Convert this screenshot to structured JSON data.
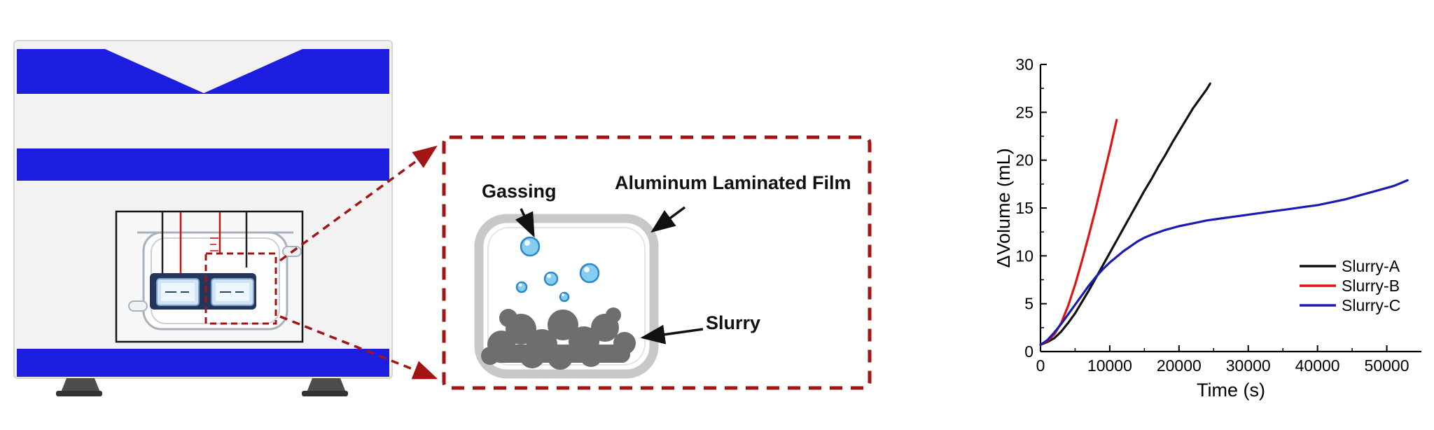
{
  "colors": {
    "accent_blue": "#1d1de0",
    "zoom_red": "#a31515",
    "pouch_gray": "#c8c8c8",
    "slurry_gray": "#6e6e6e",
    "bubble_blue": "#86cdf2",
    "bubble_edge": "#2f87c5"
  },
  "diagram": {
    "labels": {
      "gassing": "Gassing",
      "film": "Aluminum Laminated Film",
      "slurry": "Slurry"
    }
  },
  "chart_data": {
    "type": "line",
    "title": "",
    "xlabel": "Time (s)",
    "ylabel": "ΔVolume (mL)",
    "xlim": [
      0,
      55000
    ],
    "ylim": [
      0,
      30
    ],
    "xticks": [
      0,
      10000,
      20000,
      30000,
      40000,
      50000
    ],
    "yticks": [
      0,
      5,
      10,
      15,
      20,
      25,
      30
    ],
    "grid": false,
    "legend_position": "inside-right",
    "series": [
      {
        "name": "Slurry-A",
        "color": "#111111",
        "points": [
          [
            0,
            0.7
          ],
          [
            1000,
            1.0
          ],
          [
            2000,
            1.4
          ],
          [
            3000,
            2.1
          ],
          [
            4000,
            3.0
          ],
          [
            5000,
            4.0
          ],
          [
            6000,
            5.2
          ],
          [
            7000,
            6.4
          ],
          [
            8000,
            7.7
          ],
          [
            9000,
            9.0
          ],
          [
            10000,
            10.3
          ],
          [
            11000,
            11.6
          ],
          [
            12000,
            12.9
          ],
          [
            13000,
            14.2
          ],
          [
            14000,
            15.5
          ],
          [
            15000,
            16.8
          ],
          [
            16000,
            18.0
          ],
          [
            17000,
            19.3
          ],
          [
            18000,
            20.5
          ],
          [
            19000,
            21.8
          ],
          [
            20000,
            23.0
          ],
          [
            21000,
            24.2
          ],
          [
            22000,
            25.4
          ],
          [
            23000,
            26.4
          ],
          [
            24000,
            27.4
          ],
          [
            24500,
            28.0
          ]
        ]
      },
      {
        "name": "Slurry-B",
        "color": "#e01414",
        "points": [
          [
            0,
            0.7
          ],
          [
            1000,
            1.1
          ],
          [
            2000,
            1.8
          ],
          [
            3000,
            3.0
          ],
          [
            4000,
            4.8
          ],
          [
            5000,
            7.0
          ],
          [
            6000,
            9.5
          ],
          [
            7000,
            12.2
          ],
          [
            8000,
            15.0
          ],
          [
            9000,
            18.0
          ],
          [
            10000,
            21.0
          ],
          [
            11000,
            24.2
          ]
        ]
      },
      {
        "name": "Slurry-C",
        "color": "#1b1bb4",
        "points": [
          [
            0,
            0.7
          ],
          [
            1000,
            1.2
          ],
          [
            2000,
            2.0
          ],
          [
            3000,
            2.9
          ],
          [
            4000,
            3.9
          ],
          [
            5000,
            4.9
          ],
          [
            6000,
            5.9
          ],
          [
            7000,
            6.9
          ],
          [
            8000,
            7.8
          ],
          [
            9000,
            8.6
          ],
          [
            10000,
            9.3
          ],
          [
            11000,
            9.9
          ],
          [
            12000,
            10.5
          ],
          [
            13000,
            11.0
          ],
          [
            14000,
            11.5
          ],
          [
            15000,
            11.9
          ],
          [
            16000,
            12.2
          ],
          [
            18000,
            12.7
          ],
          [
            20000,
            13.1
          ],
          [
            22000,
            13.4
          ],
          [
            24000,
            13.7
          ],
          [
            26000,
            13.9
          ],
          [
            28000,
            14.1
          ],
          [
            30000,
            14.3
          ],
          [
            32000,
            14.5
          ],
          [
            34000,
            14.7
          ],
          [
            36000,
            14.9
          ],
          [
            38000,
            15.1
          ],
          [
            40000,
            15.3
          ],
          [
            42000,
            15.6
          ],
          [
            44000,
            15.9
          ],
          [
            46000,
            16.3
          ],
          [
            48000,
            16.7
          ],
          [
            50000,
            17.1
          ],
          [
            51000,
            17.3
          ],
          [
            52000,
            17.6
          ],
          [
            53000,
            17.9
          ]
        ]
      }
    ]
  }
}
